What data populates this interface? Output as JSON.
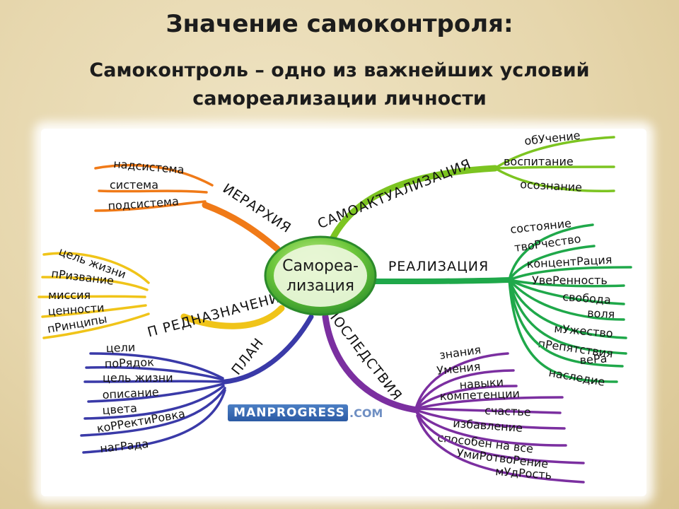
{
  "title": "Значение самоконтроля:",
  "subtitle_line1": "Самоконтроль – одно из важнейших условий",
  "subtitle_line2": "самореализации личности",
  "center": {
    "line1": "Самореа-",
    "line2": "лизация"
  },
  "logo": {
    "name": "MANPROGRESS",
    "domain": ".COM"
  },
  "colors": {
    "hierarchy": "#f07a18",
    "purpose": "#f0c419",
    "plan": "#3a3aa8",
    "self_actualization": "#7cc421",
    "realization": "#1fa84a",
    "consequences": "#7b2fa0",
    "center": "#38a83a"
  },
  "branches": {
    "hierarchy": {
      "label": "ИЕРАРХИЯ",
      "items": [
        "надсистема",
        "система",
        "подсистема"
      ]
    },
    "purpose": {
      "label": "П  РЕДНАЗНАЧЕНИЕ",
      "items": [
        "цель жизни",
        "пРизвание",
        "миссия",
        "ценности",
        "пРинципы"
      ]
    },
    "plan": {
      "label": "ПЛАН",
      "items": [
        "цели",
        "поРядок",
        "цель жизни",
        "описание",
        "цвета",
        "коРРектиРовка",
        "нагРада"
      ]
    },
    "self_actualization": {
      "label": "САМОАКТУАЛИЗАЦИЯ",
      "items": [
        "обУчение",
        "воспитание",
        "осознание"
      ]
    },
    "realization": {
      "label": "РЕАЛИЗАЦИЯ",
      "items": [
        "состояние",
        "твоРчество",
        "концентРация",
        "УвеРенность",
        "свобода",
        "воля",
        "мУжество",
        "пРепятствия",
        "веРа",
        "наследие"
      ]
    },
    "consequences": {
      "label": "ПОСЛЕДСТВИЯ",
      "items": [
        "знания",
        "Умения",
        "навыки",
        "компетенции",
        "счастье",
        "избавление",
        "способен на все",
        "УмиРотвоРение",
        "мУдРость"
      ]
    }
  }
}
